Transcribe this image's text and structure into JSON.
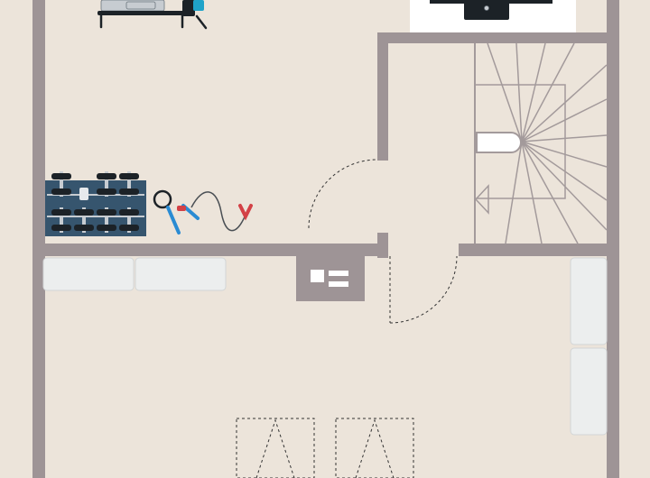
{
  "floor_plan": {
    "colors": {
      "floor": "#ece4da",
      "wall": "#9e9496",
      "wall_dark": "#8c8284",
      "stair_line": "#a39a9b",
      "cushion": "#eceeee",
      "cushion_edge": "#d2d5d6",
      "equipment_dark": "#1c2227",
      "equipment_steel": "#c7ccd1",
      "bench_blue": "#36556e",
      "rope_red": "#d34146",
      "rope_blue": "#2a8bd3",
      "tv_panel": "#ffffff",
      "door_line": "#333333"
    },
    "rooms": [
      {
        "name": "fitness-room"
      },
      {
        "name": "stair-hall"
      },
      {
        "name": "living-room"
      }
    ],
    "furniture": [
      {
        "name": "rowing-machine"
      },
      {
        "name": "tv-stand"
      },
      {
        "name": "dumbbell-rack"
      },
      {
        "name": "jump-rope"
      },
      {
        "name": "resistance-band"
      },
      {
        "name": "sofa-left"
      },
      {
        "name": "sofa-right"
      },
      {
        "name": "fuse-box"
      },
      {
        "name": "staircase"
      },
      {
        "name": "roof-window-1"
      },
      {
        "name": "roof-window-2"
      }
    ]
  }
}
